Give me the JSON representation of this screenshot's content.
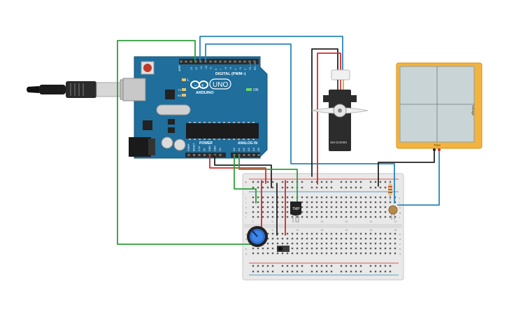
{
  "arduino": {
    "brand": "ARDUINO",
    "model": "UNO",
    "digital_label": "DIGITAL (PWM~)",
    "power_label": "POWER",
    "analog_label": "ANALOG IN",
    "on_label": "ON",
    "l_label": "L",
    "tx_label": "TX",
    "rx_label": "RX",
    "aref_label": "AREF",
    "gnd_label": "GND",
    "power_pins": [
      "IOREF",
      "RESET",
      "3.3V",
      "5V",
      "GND",
      "GND",
      "Vin"
    ],
    "analog_pins": [
      "A0",
      "A1",
      "A2",
      "A3",
      "A4",
      "A5"
    ],
    "digital_pins": [
      "13",
      "12",
      "~11",
      "~10",
      "~9",
      "8",
      "7",
      "~6",
      "~5",
      "4",
      "~3",
      "2",
      "TX→1",
      "RX←0"
    ]
  },
  "servo": {
    "model": "SM-S2309S"
  },
  "sensor": {
    "label": "TMP"
  },
  "oscilloscope": {
    "right_label": "Voltage",
    "bottom_label": "Time"
  },
  "breadboard": {
    "rail_plus": "+",
    "rail_minus": "−",
    "row_letters_top": [
      "j",
      "i",
      "h",
      "g",
      "f"
    ],
    "row_letters_bottom": [
      "e",
      "d",
      "c",
      "b",
      "a"
    ],
    "column_numbers": [
      "1",
      "5",
      "10",
      "15",
      "20",
      "25",
      "30"
    ]
  },
  "colors": {
    "board": "#1f6e9c",
    "wire_green": "#2e9e3a",
    "wire_blue": "#2a86b8",
    "wire_red": "#d92727",
    "wire_black": "#222222",
    "scope_frame": "#f3b33d",
    "scope_screen": "#c9d4d6"
  }
}
